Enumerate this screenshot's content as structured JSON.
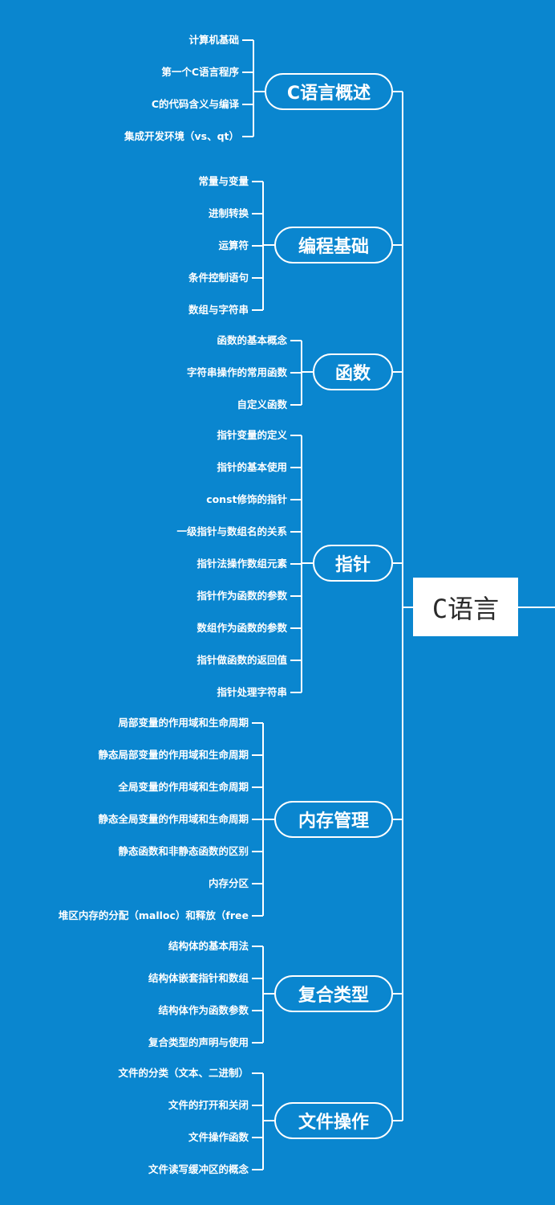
{
  "root": {
    "label": "C语言"
  },
  "branches": [
    {
      "label": "C语言概述",
      "children": [
        "计算机基础",
        "第一个C语言程序",
        "C的代码含义与编译",
        "集成开发环境（vs、qt）"
      ]
    },
    {
      "label": "编程基础",
      "children": [
        "常量与变量",
        "进制转换",
        "运算符",
        "条件控制语句",
        "数组与字符串"
      ]
    },
    {
      "label": "函数",
      "children": [
        "函数的基本概念",
        "字符串操作的常用函数",
        "自定义函数"
      ]
    },
    {
      "label": "指针",
      "children": [
        "指针变量的定义",
        "指针的基本使用",
        "const修饰的指针",
        "一级指针与数组名的关系",
        "指针法操作数组元素",
        "指针作为函数的参数",
        "数组作为函数的参数",
        "指针做函数的返回值",
        "指针处理字符串"
      ]
    },
    {
      "label": "内存管理",
      "children": [
        "局部变量的作用域和生命周期",
        "静态局部变量的作用域和生命周期",
        "全局变量的作用域和生命周期",
        "静态全局变量的作用域和生命周期",
        "静态函数和非静态函数的区别",
        "内存分区",
        "堆区内存的分配（malloc）和释放（free"
      ]
    },
    {
      "label": "复合类型",
      "children": [
        "结构体的基本用法",
        "结构体嵌套指针和数组",
        "结构体作为函数参数",
        "复合类型的声明与使用"
      ]
    },
    {
      "label": "文件操作",
      "children": [
        "文件的分类（文本、二进制）",
        "文件的打开和关闭",
        "文件操作函数",
        "文件读写缓冲区的概念"
      ]
    }
  ],
  "colors": {
    "background": "#0a86cf",
    "line": "#ffffff",
    "root_bg": "#ffffff",
    "root_text": "#2a2a2a"
  }
}
